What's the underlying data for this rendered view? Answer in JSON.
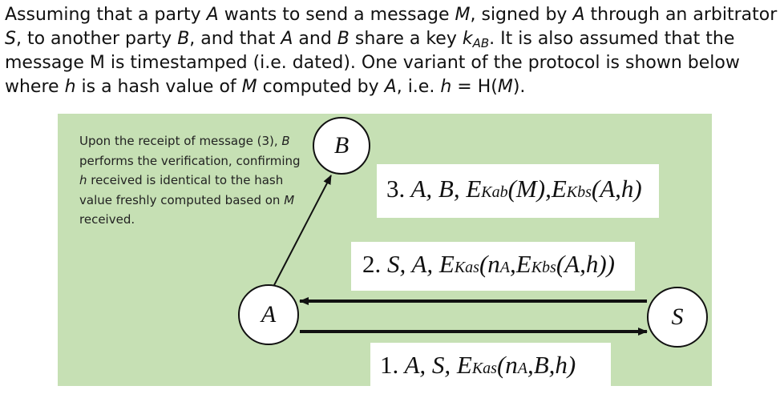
{
  "intro": {
    "t1": "Assuming that a party ",
    "a1": "A",
    "t2": " wants to send a message ",
    "m1": "M",
    "t3": ", signed by ",
    "a2": "A",
    "t4": " through an arbitrator ",
    "s1": "S",
    "t5": ", to another party ",
    "b1": "B",
    "t6": ", and that ",
    "a3": "A",
    "t7": " and ",
    "b2": "B",
    "t8": " share a key ",
    "k": "k",
    "ksub": "AB",
    "t9": ". It is also assumed that the message M is timestamped (i.e. dated). One variant of the protocol is shown below where ",
    "h1": "h",
    "t10": " is a hash value of ",
    "m2": "M",
    "t11": " computed by ",
    "a4": "A",
    "t12": ", i.e. ",
    "h2": "h",
    "t13": " = H(",
    "m3": "M",
    "t14": ")."
  },
  "note": {
    "t1": "Upon the receipt of message (3), ",
    "b": "B",
    "t2": " performs the verification, confirming ",
    "h": "h",
    "t3": " received is identical to the hash value freshly computed based on ",
    "m": "M",
    "t4": " received."
  },
  "nodes": {
    "a": "A",
    "b": "B",
    "s": "S"
  },
  "messages": {
    "m3": {
      "num": "3.",
      "parts": "A, B, ",
      "e1": "E",
      "k1": "Kab",
      "arg1": "(M),",
      "e2": "E",
      "k2": "Kbs",
      "arg2": "(A,h)"
    },
    "m2": {
      "num": "2.",
      "parts": "S, A, ",
      "e1": "E",
      "k1": "Kas",
      "arg1open": "(n",
      "n1sub": "A",
      "sep": ",",
      "e2": "E",
      "k2": "Kbs",
      "arg2": "(A,h))"
    },
    "m1": {
      "num": "1.",
      "parts": "A, S, ",
      "e1": "E",
      "k1": "Kas",
      "arg1open": "(n",
      "n1sub": "A",
      "rest": ",B,h)"
    }
  }
}
